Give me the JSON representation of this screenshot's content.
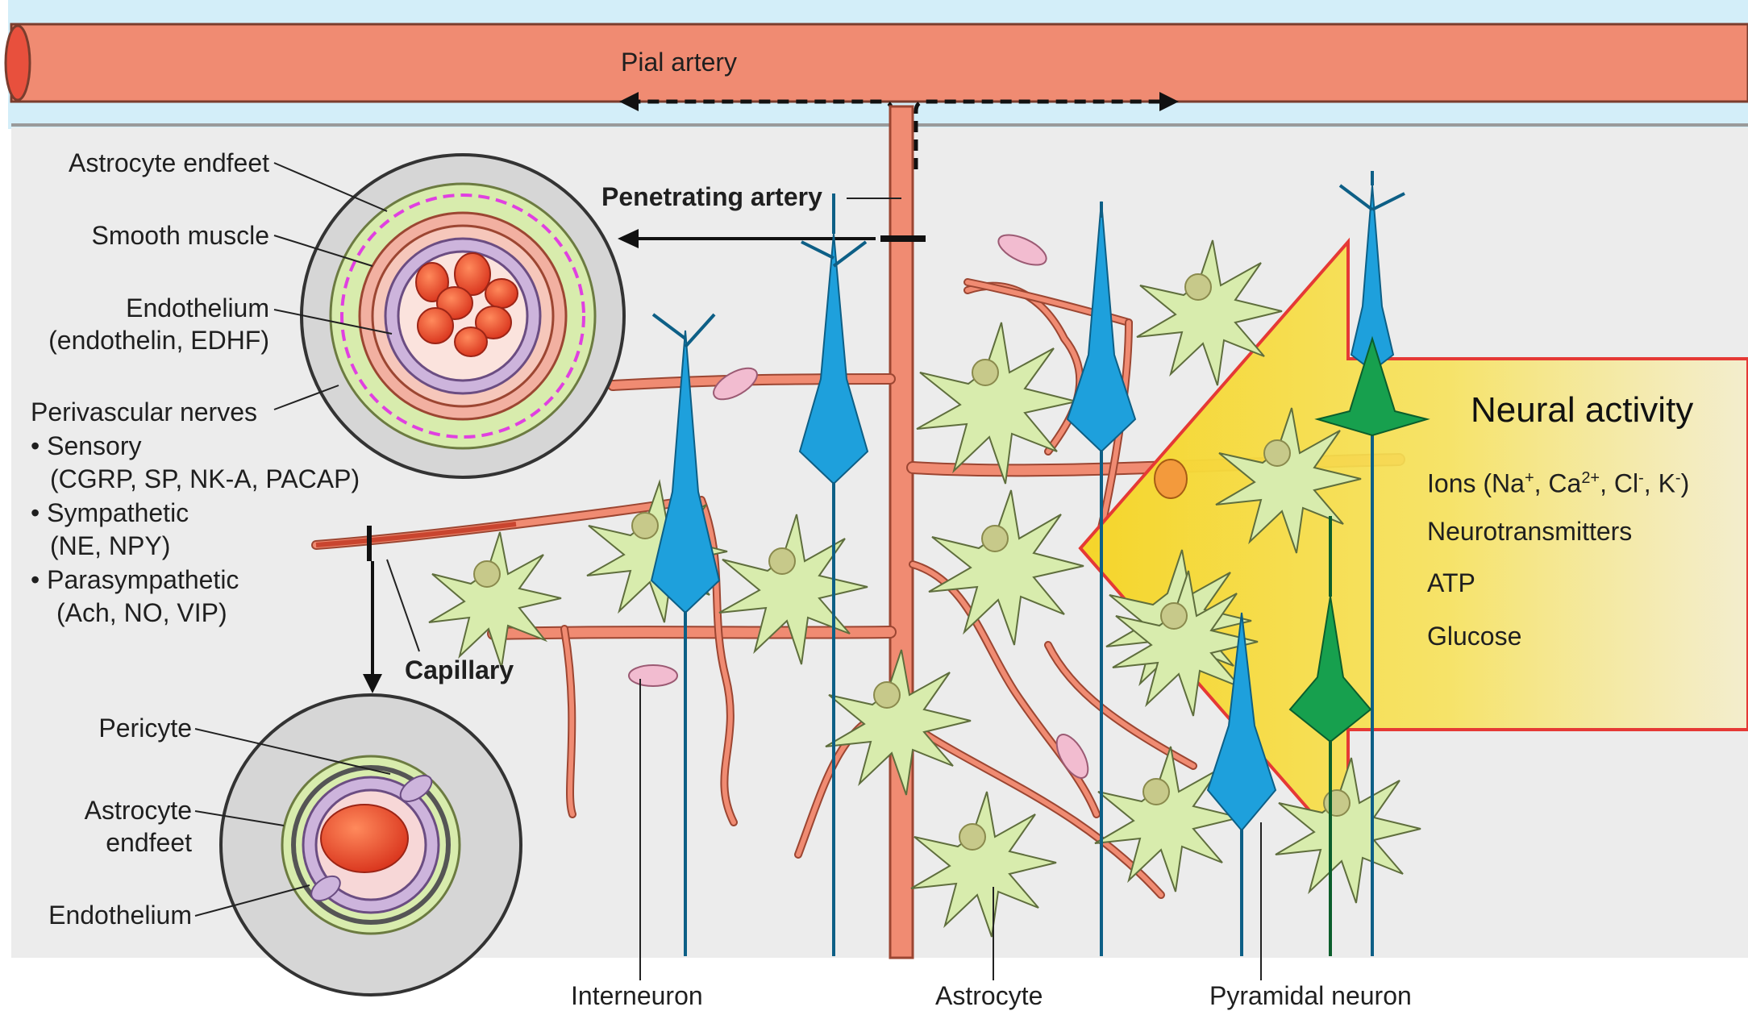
{
  "vessels": {
    "pial_artery": "Pial artery",
    "penetrating_artery": "Penetrating artery",
    "capillary": "Capillary"
  },
  "arteriole_inset": {
    "astrocyte_endfeet": "Astrocyte endfeet",
    "smooth_muscle": "Smooth muscle",
    "endothelium": "Endothelium",
    "endothelium_factors": "(endothelin, EDHF)",
    "perivascular_nerves": "Perivascular nerves",
    "nerves": [
      {
        "name": "• Sensory",
        "factors": "(CGRP, SP, NK-A, PACAP)"
      },
      {
        "name": "• Sympathetic",
        "factors": "(NE, NPY)"
      },
      {
        "name": "• Parasympathetic",
        "factors": "(Ach, NO, VIP)"
      }
    ]
  },
  "capillary_inset": {
    "pericyte": "Pericyte",
    "astrocyte_endfeet_line1": "Astrocyte",
    "astrocyte_endfeet_line2": "endfeet",
    "endothelium": "Endothelium"
  },
  "cells": {
    "interneuron": "Interneuron",
    "astrocyte": "Astrocyte",
    "pyramidal_neuron": "Pyramidal neuron"
  },
  "neural_activity": {
    "title": "Neural activity",
    "ions_text": "Ions (Na",
    "ions_parts": [
      {
        "base": "Ions (Na",
        "sup": "+"
      },
      {
        "base": ", Ca",
        "sup": "2+"
      },
      {
        "base": ", Cl",
        "sup": "-"
      },
      {
        "base": ", K",
        "sup": "-"
      },
      {
        "base": ")",
        "sup": ""
      }
    ],
    "items": [
      "Neurotransmitters",
      "ATP",
      "Glucose"
    ]
  },
  "colors": {
    "artery": "#f08b72",
    "artery_dark": "#c9452f",
    "csf": "#d3eef9",
    "tissue": "#ececec",
    "astrocyte": "#d8ecad",
    "astrocyte_nucleus": "#c7c98a",
    "interneuron_blue": "#1ea0dc",
    "pyramidal_green": "#17a04e",
    "pericyte_pink": "#f2bcd0",
    "activity_yellow": "#f7e04a",
    "activity_border": "#e53935"
  }
}
